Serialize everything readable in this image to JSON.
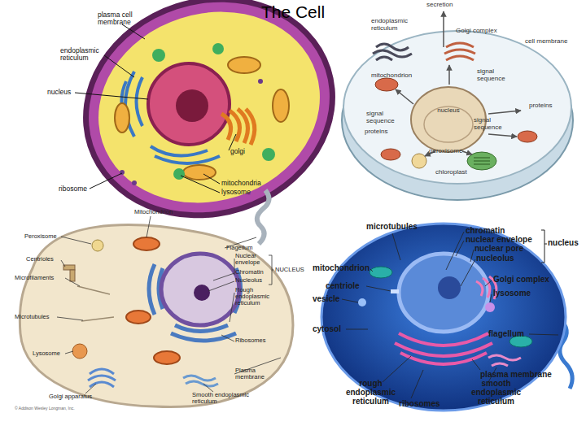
{
  "diagram": {
    "title": "The Cell",
    "nodes": [
      {
        "text": [
          "nucleus"
        ]
      }
    ],
    "labels": [
      "plasma cell membrane",
      "endoplasmic reticulum",
      "nucleus",
      "ribosome",
      "golgi",
      "mitochondria",
      "lysosome",
      "secretion",
      "endoplasmic reticulum",
      "Golgi complex",
      "cell membrane",
      "mitochondrion",
      "signal sequence",
      "proteins",
      "signal sequence",
      "proteins",
      "signal sequence",
      "peroxisome",
      "chloroplast",
      "Mitochondrion",
      "Peroxisome",
      "Flagellum",
      "Centrioles",
      "Nuclear envelope",
      "Chromatin",
      "Nucleolus",
      "NUCLEUS",
      "Microfilaments",
      "Rough endoplasmic reticulum",
      "Microtubules",
      "Ribosomes",
      "Lysosome",
      "Plasma membrane",
      "Golgi apparatus",
      "Smooth endoplasmic reticulum",
      "© Addison Wesley Longman, Inc.",
      "microtubules",
      "chromatin",
      "nuclear envelope",
      "nuclear pore",
      "nucleolus",
      "nucleus",
      "mitochondrion",
      "centriole",
      "Golgi complex",
      "vesicle",
      "lysosome",
      "cytosol",
      "flagellum",
      "plasma membrane",
      "smooth endoplasmic reticulum",
      "rough endoplasmic reticulum",
      "ribosomes"
    ]
  }
}
